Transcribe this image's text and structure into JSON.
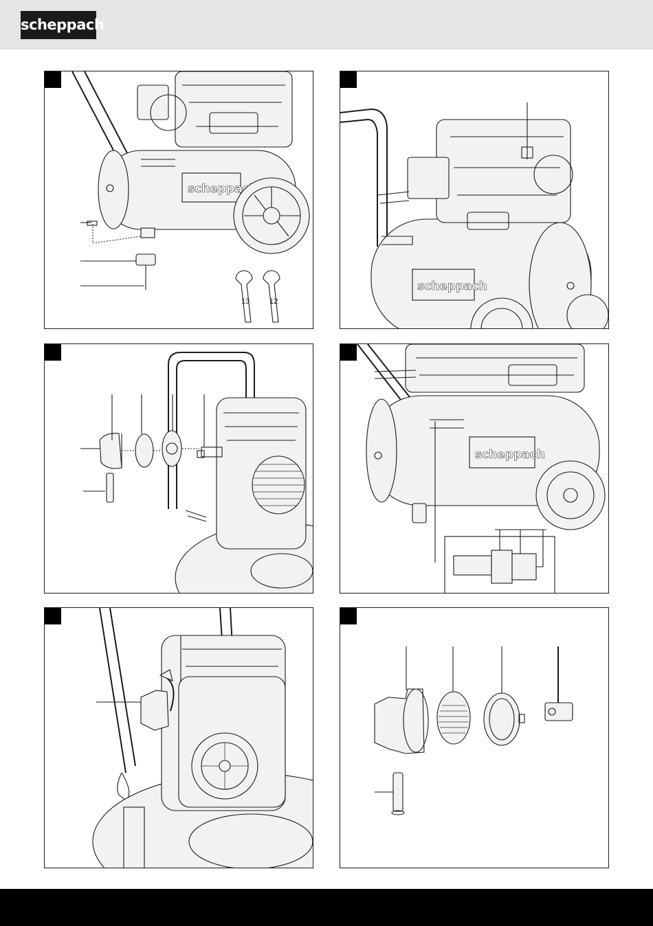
{
  "header": {
    "logo_text": "scheppach",
    "background": "#e5e5e5"
  },
  "footer": {
    "background": "#000000"
  },
  "panels": [
    {
      "id": "p1",
      "tank_brand": "scheppach",
      "wrench_labels": [
        "13",
        "12"
      ]
    },
    {
      "id": "p2",
      "tank_brand": "scheppach"
    },
    {
      "id": "p3"
    },
    {
      "id": "p4",
      "tank_brand": "scheppach"
    },
    {
      "id": "p5"
    },
    {
      "id": "p6"
    }
  ]
}
